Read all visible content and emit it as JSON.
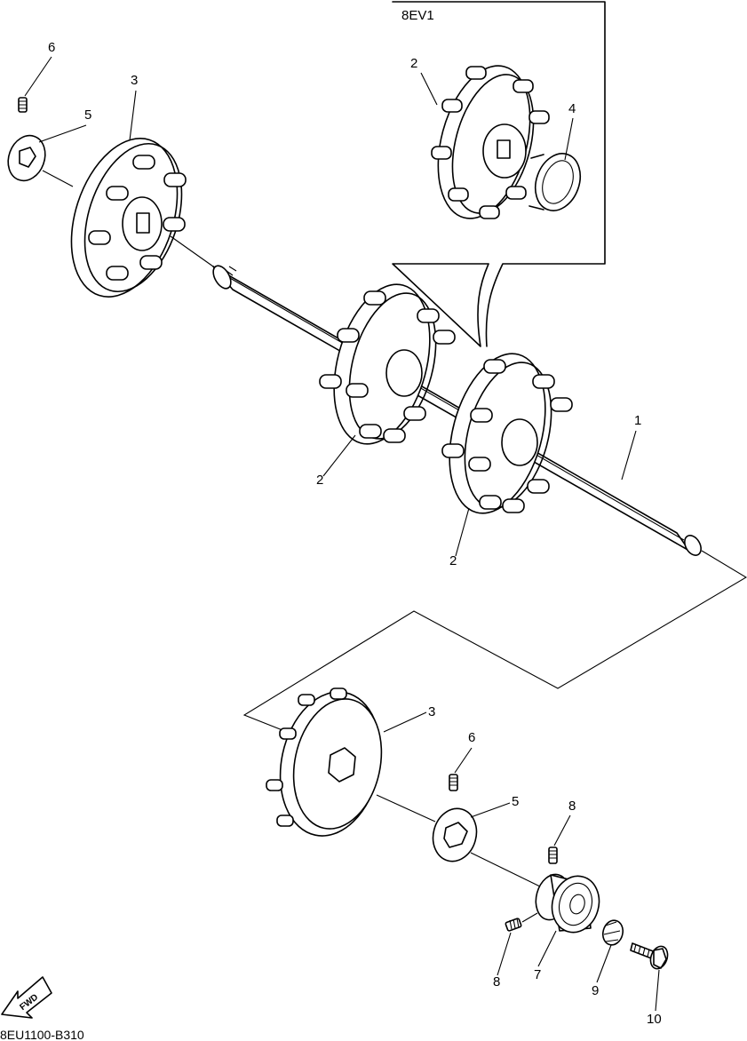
{
  "inset": {
    "title": "8EV1",
    "callouts": [
      "2",
      "4"
    ]
  },
  "callouts": {
    "shaft": "1",
    "sprocket_mid": "2",
    "sprocket_right": "2",
    "wheel_top": "3",
    "collar_top": "5",
    "screw_top": "6",
    "wheel_bottom": "3",
    "screw_bottom": "6",
    "collar_bottom": "5",
    "screw_8a": "8",
    "screw_8b": "8",
    "bearing": "7",
    "nut": "9",
    "bolt": "10"
  },
  "fwd_label": "FWD",
  "diagram_code": "8EU1100-B310",
  "icons": [
    "fwd-arrow-icon"
  ]
}
